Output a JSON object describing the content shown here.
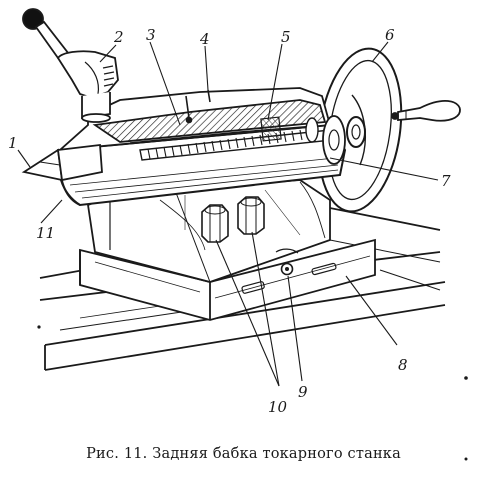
{
  "labels": {
    "l1": "1",
    "l2": "2",
    "l3": "3",
    "l4": "4",
    "l5": "5",
    "l6": "6",
    "l7": "7",
    "l8": "8",
    "l9": "9",
    "l10": "10",
    "l11": "11"
  },
  "caption": "Рис. 11. Задняя бабка токарного станка"
}
